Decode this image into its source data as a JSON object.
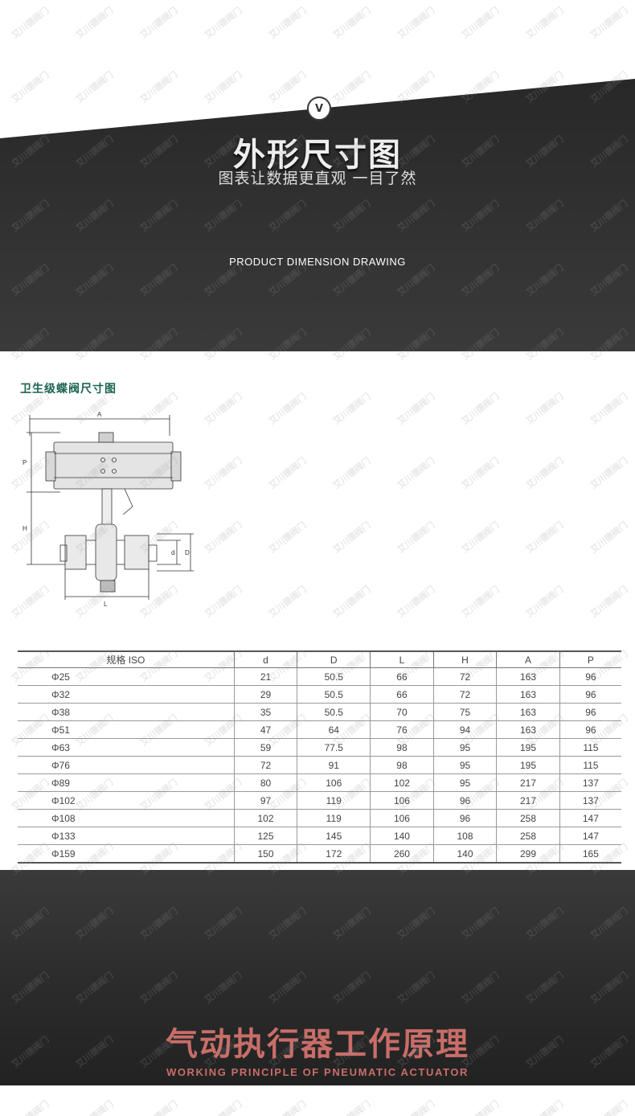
{
  "hero": {
    "badge_text": "V",
    "title": "外形尺寸图",
    "subtitle": "图表让数据更直观 一目了然",
    "english_title": "PRODUCT DIMENSION DRAWING"
  },
  "drawing": {
    "heading": "卫生级蝶阀尺寸图",
    "labels": {
      "A": "A",
      "P": "P",
      "H": "H",
      "d": "d",
      "D": "D",
      "L": "L"
    }
  },
  "table": {
    "headers": [
      "规格 ISO",
      "d",
      "D",
      "L",
      "H",
      "A",
      "P"
    ],
    "rows": [
      [
        "Φ25",
        "21",
        "50.5",
        "66",
        "72",
        "163",
        "96"
      ],
      [
        "Φ32",
        "29",
        "50.5",
        "66",
        "72",
        "163",
        "96"
      ],
      [
        "Φ38",
        "35",
        "50.5",
        "70",
        "75",
        "163",
        "96"
      ],
      [
        "Φ51",
        "47",
        "64",
        "76",
        "94",
        "163",
        "96"
      ],
      [
        "Φ63",
        "59",
        "77.5",
        "98",
        "95",
        "195",
        "115"
      ],
      [
        "Φ76",
        "72",
        "91",
        "98",
        "95",
        "195",
        "115"
      ],
      [
        "Φ89",
        "80",
        "106",
        "102",
        "95",
        "217",
        "137"
      ],
      [
        "Φ102",
        "97",
        "119",
        "106",
        "96",
        "217",
        "137"
      ],
      [
        "Φ108",
        "102",
        "119",
        "106",
        "96",
        "258",
        "147"
      ],
      [
        "Φ133",
        "125",
        "145",
        "140",
        "108",
        "258",
        "147"
      ],
      [
        "Φ159",
        "150",
        "172",
        "260",
        "140",
        "299",
        "165"
      ]
    ]
  },
  "bottom": {
    "title": "气动执行器工作原理",
    "english_title": "WORKING PRINCIPLE OF PNEUMATIC ACTUATOR"
  },
  "watermark": {
    "text": "艾川德阀门"
  },
  "colors": {
    "heading_green": "#1a6450",
    "bottom_title": "#c96d68"
  }
}
